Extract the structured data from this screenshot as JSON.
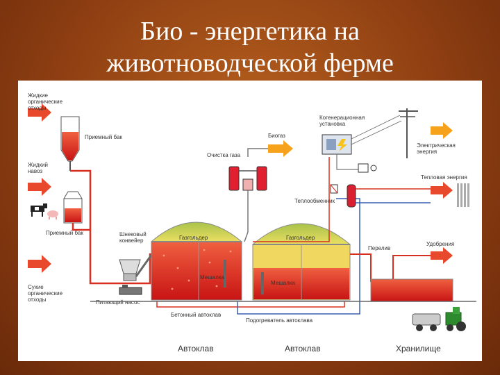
{
  "slide": {
    "title_line1": "Био - энергетика на",
    "title_line2": "животноводческой ферме"
  },
  "labels": {
    "liquid_waste": [
      "Жидкие",
      "органические",
      "отходы"
    ],
    "receiving_tank_top": "Приемный бак",
    "liquid_manure": [
      "Жидкий",
      "навоз"
    ],
    "receiving_tank_bottom": "Приемный бак",
    "screw_conveyor": [
      "Шнековый",
      "конвейер"
    ],
    "dry_waste": [
      "Сухие",
      "органические",
      "отходы"
    ],
    "feed_pump": "Питающий насос",
    "concrete_autoclave": "Бетонный автоклав",
    "gasholder_left": "Газгольдер",
    "gasholder_right": "Газгольдер",
    "mixer_left": "Мешалка",
    "mixer_right": "Мешалка",
    "gas_cleaning": "Очистка газа",
    "biogas": "Биогаз",
    "cogeneration": [
      "Когенерационная",
      "установка"
    ],
    "electric_energy": [
      "Электрическая",
      "энергия"
    ],
    "heat_energy": "Тепловая энергия",
    "heat_exchanger": "Теплообменник",
    "overflow": "Перелив",
    "fertilizer": "Удобрения",
    "autoclave_heater": "Подогреватель автоклава",
    "autoclave_left": "Автоклав",
    "autoclave_right": "Автоклав",
    "storage": "Хранилище"
  },
  "colors": {
    "arrow_red": "#e8482c",
    "arrow_orange": "#f7a21b",
    "pipe_red": "#d83020",
    "pipe_blue": "#3a5fb0",
    "digestate": "#e0201c",
    "dome_yellow": "#f2e35a",
    "dome_green": "#b8c84a"
  },
  "icons": [
    "cow-icon",
    "pig-icon",
    "tractor-icon",
    "power-pylon-icon",
    "radiator-icon"
  ]
}
